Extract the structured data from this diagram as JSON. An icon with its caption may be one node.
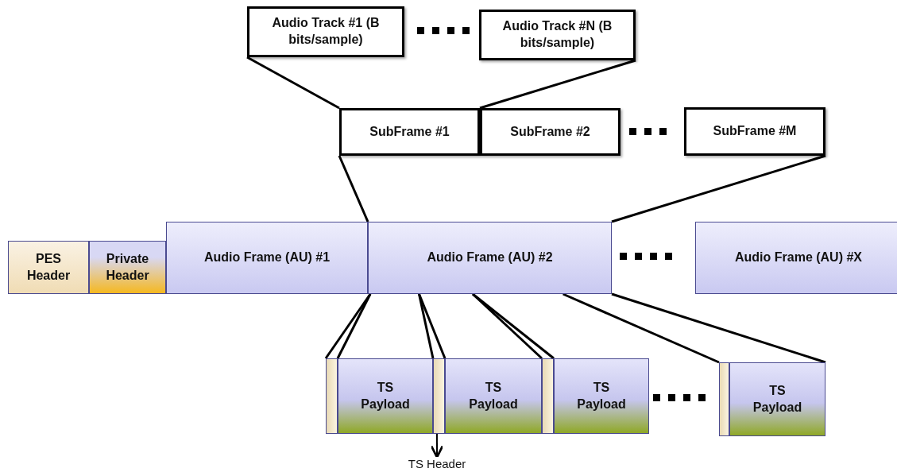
{
  "diagram": {
    "nodes": [
      {
        "text": [
          "Audio Track #1 (B bits/sample)"
        ]
      },
      {
        "text": [
          "Audio Track #N (B bits/sample)"
        ]
      },
      {
        "text": [
          "SubFrame #1"
        ]
      },
      {
        "text": [
          "SubFrame #2"
        ]
      },
      {
        "text": [
          "SubFrame #M"
        ]
      },
      {
        "text": [
          "PES Header"
        ]
      },
      {
        "text": [
          "Private Header"
        ]
      },
      {
        "text": [
          "Audio Frame (AU) #1"
        ]
      },
      {
        "text": [
          "Audio Frame (AU) #2"
        ]
      },
      {
        "text": [
          "Audio Frame (AU) #X"
        ]
      },
      {
        "text": [],
        "shape": "bar"
      },
      {
        "text": [
          "TS Payload"
        ]
      },
      {
        "text": [],
        "shape": "bar"
      },
      {
        "text": [
          "TS Payload"
        ]
      },
      {
        "text": [],
        "shape": "bar"
      },
      {
        "text": [
          "TS Payload"
        ]
      },
      {
        "text": [],
        "shape": "bar"
      },
      {
        "text": [
          "TS Payload"
        ]
      },
      {
        "text": [
          "TS Header"
        ]
      }
    ],
    "edges": [
      {
        "from": 0,
        "to": 2,
        "arrow": "none"
      },
      {
        "from": 1,
        "to": 2,
        "arrow": "none"
      },
      {
        "from": 2,
        "to": 8,
        "arrow": "none"
      },
      {
        "from": 4,
        "to": 8,
        "arrow": "none"
      },
      {
        "from": 8,
        "to": 10,
        "arrow": "none"
      },
      {
        "from": 8,
        "to": 11,
        "arrow": "none"
      },
      {
        "from": 8,
        "to": 12,
        "arrow": "none"
      },
      {
        "from": 8,
        "to": 13,
        "arrow": "none"
      },
      {
        "from": 8,
        "to": 14,
        "arrow": "none"
      },
      {
        "from": 8,
        "to": 15,
        "arrow": "none"
      },
      {
        "from": 8,
        "to": 16,
        "arrow": "none"
      },
      {
        "from": 8,
        "to": 17,
        "arrow": "none"
      },
      {
        "from": 12,
        "to": 18,
        "arrow": "to"
      }
    ]
  }
}
